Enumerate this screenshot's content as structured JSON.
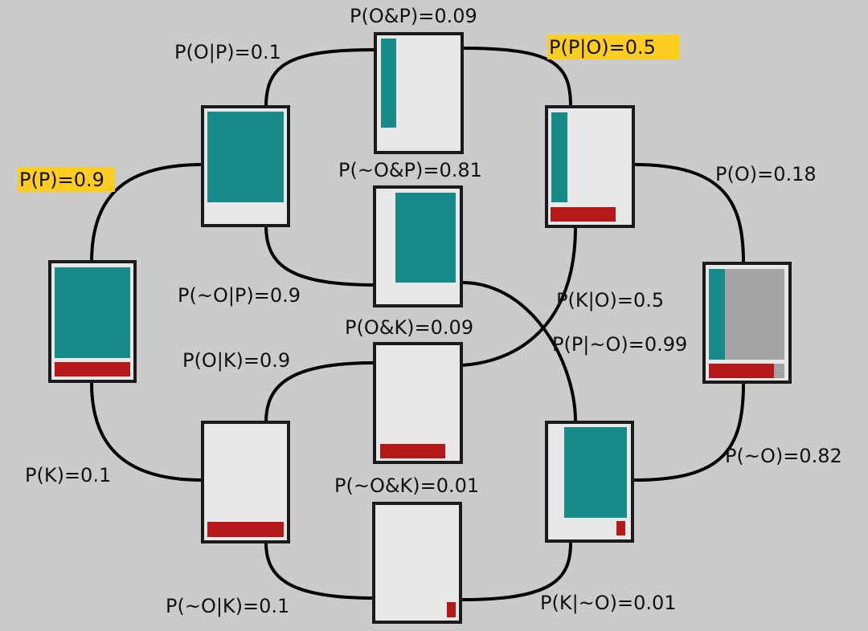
{
  "colors": {
    "background": "#cbcbcb",
    "box_fill": "#e8e8e8",
    "box_border": "#1a1a1a",
    "teal": "#178a8a",
    "red": "#b51818",
    "gray": "#a3a3a3",
    "highlight": "#ffcc22"
  },
  "labels": {
    "p_o_and_p": "P(O&P)=0.09",
    "p_o_given_p": "P(O|P)=0.1",
    "p_p_given_o": "P(P|O)=0.5",
    "p_p": "P(P)=0.9",
    "p_not_o_and_p": "P(~O&P)=0.81",
    "p_o": "P(O)=0.18",
    "p_not_o_given_p": "P(~O|P)=0.9",
    "p_k_given_o": "P(K|O)=0.5",
    "p_o_and_k": "P(O&K)=0.09",
    "p_p_given_not_o": "P(P|~O)=0.99",
    "p_o_given_k": "P(O|K)=0.9",
    "p_not_o": "P(~O)=0.82",
    "p_k": "P(K)=0.1",
    "p_not_o_and_k": "P(~O&K)=0.01",
    "p_not_o_given_k": "P(~O|K)=0.1",
    "p_k_given_not_o": "P(K|~O)=0.01"
  }
}
